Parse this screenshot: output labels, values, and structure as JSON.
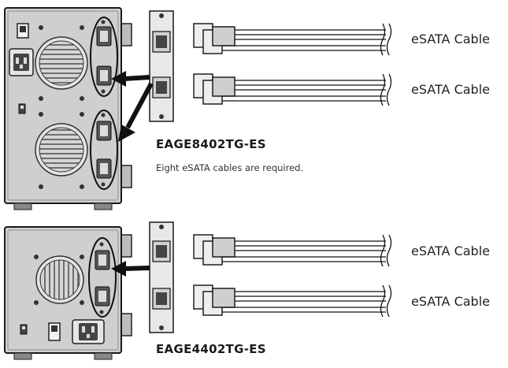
{
  "top_unit": {
    "model": "EAGE8402TG-ES",
    "note": "Eight eSATA cables are required.",
    "cables": [
      "eSATA Cable",
      "eSATA Cable"
    ]
  },
  "bottom_unit": {
    "model": "EAGE4402TG-ES",
    "cables": [
      "eSATA Cable",
      "eSATA Cable"
    ]
  },
  "colors": {
    "enclosure": "#cfcfcf",
    "enclosure_dark": "#9a9a9a",
    "outline": "#1a1a1a",
    "arrow": "#111111"
  },
  "icons": [
    "fan-grille-icon",
    "power-socket-icon",
    "power-switch-icon",
    "esata-connector-icon",
    "cable-break-icon"
  ]
}
